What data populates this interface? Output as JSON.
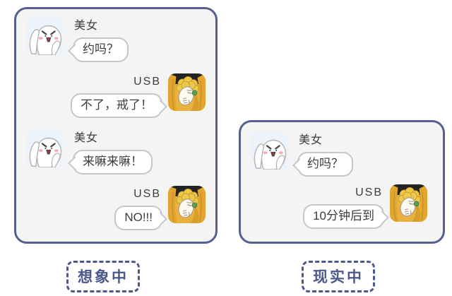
{
  "colors": {
    "panel_border": "#56608f",
    "panel_background": "#f4f4f5",
    "bubble_border": "#c6c6c6",
    "bubble_text": "#3c3c3c",
    "caption": "#4c588a",
    "usb_avatar_yellow": "#e8b23c",
    "beauty_avatar_background": "#edf3fa"
  },
  "avatars": {
    "beauty": "angry-white-blob-sticker",
    "usb": "blonde-man-peeking-through-yellow-curtain-sticker"
  },
  "panels": [
    {
      "id": "imagination",
      "label": "想象中",
      "messages": [
        {
          "sender": "美女",
          "avatar": "beauty",
          "side": "left",
          "text": "约吗？"
        },
        {
          "sender": "USB",
          "avatar": "usb",
          "side": "right",
          "text": "不了，戒了！"
        },
        {
          "sender": "美女",
          "avatar": "beauty",
          "side": "left",
          "text": "来嘛来嘛！"
        },
        {
          "sender": "USB",
          "avatar": "usb",
          "side": "right",
          "text": "NO!!!"
        }
      ]
    },
    {
      "id": "reality",
      "label": "现实中",
      "messages": [
        {
          "sender": "美女",
          "avatar": "beauty",
          "side": "left",
          "text": "约吗？"
        },
        {
          "sender": "USB",
          "avatar": "usb",
          "side": "right",
          "text": "10分钟后到"
        }
      ]
    }
  ]
}
